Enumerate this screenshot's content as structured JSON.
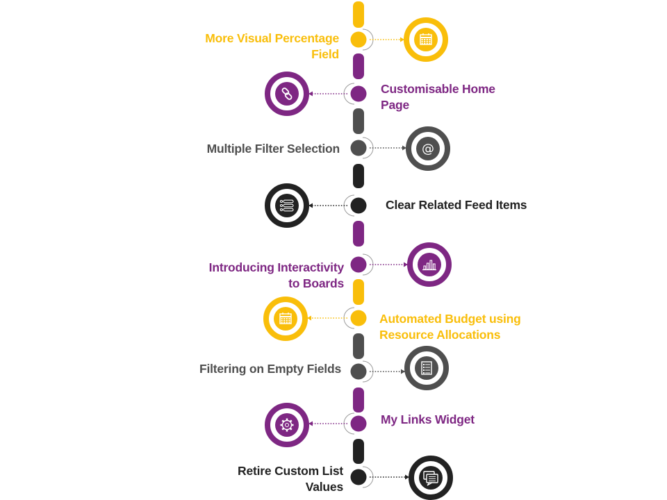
{
  "colors": {
    "yellow": "#F9BE0A",
    "purple": "#7E2783",
    "gray": "#4F4F4F",
    "black": "#222222"
  },
  "segments": [
    "yellow",
    "purple",
    "gray",
    "black",
    "purple",
    "yellow",
    "gray",
    "purple",
    "black"
  ],
  "milestones": [
    {
      "label": "More Visual Percentage\nField",
      "color": "yellow",
      "side": "left-text",
      "icon": "calendar-icon"
    },
    {
      "label": "Customisable Home\nPage",
      "color": "purple",
      "side": "right-text",
      "icon": "link-icon"
    },
    {
      "label": "Multiple Filter Selection",
      "color": "gray",
      "side": "left-text",
      "icon": "at-sign-icon"
    },
    {
      "label": "Clear Related Feed Items",
      "color": "black",
      "side": "right-text",
      "icon": "list-icon"
    },
    {
      "label": "Introducing Interactivity\nto Boards",
      "color": "purple",
      "side": "left-text",
      "icon": "bar-chart-icon"
    },
    {
      "label": "Automated Budget using\nResource Allocations",
      "color": "yellow",
      "side": "right-text",
      "icon": "calendar-grid-icon"
    },
    {
      "label": "Filtering on Empty Fields",
      "color": "gray",
      "side": "left-text",
      "icon": "checklist-icon"
    },
    {
      "label": "My Links Widget",
      "color": "purple",
      "side": "right-text",
      "icon": "gear-icon"
    },
    {
      "label": "Retire Custom List\nValues",
      "color": "black",
      "side": "left-text",
      "icon": "chat-icon"
    }
  ]
}
